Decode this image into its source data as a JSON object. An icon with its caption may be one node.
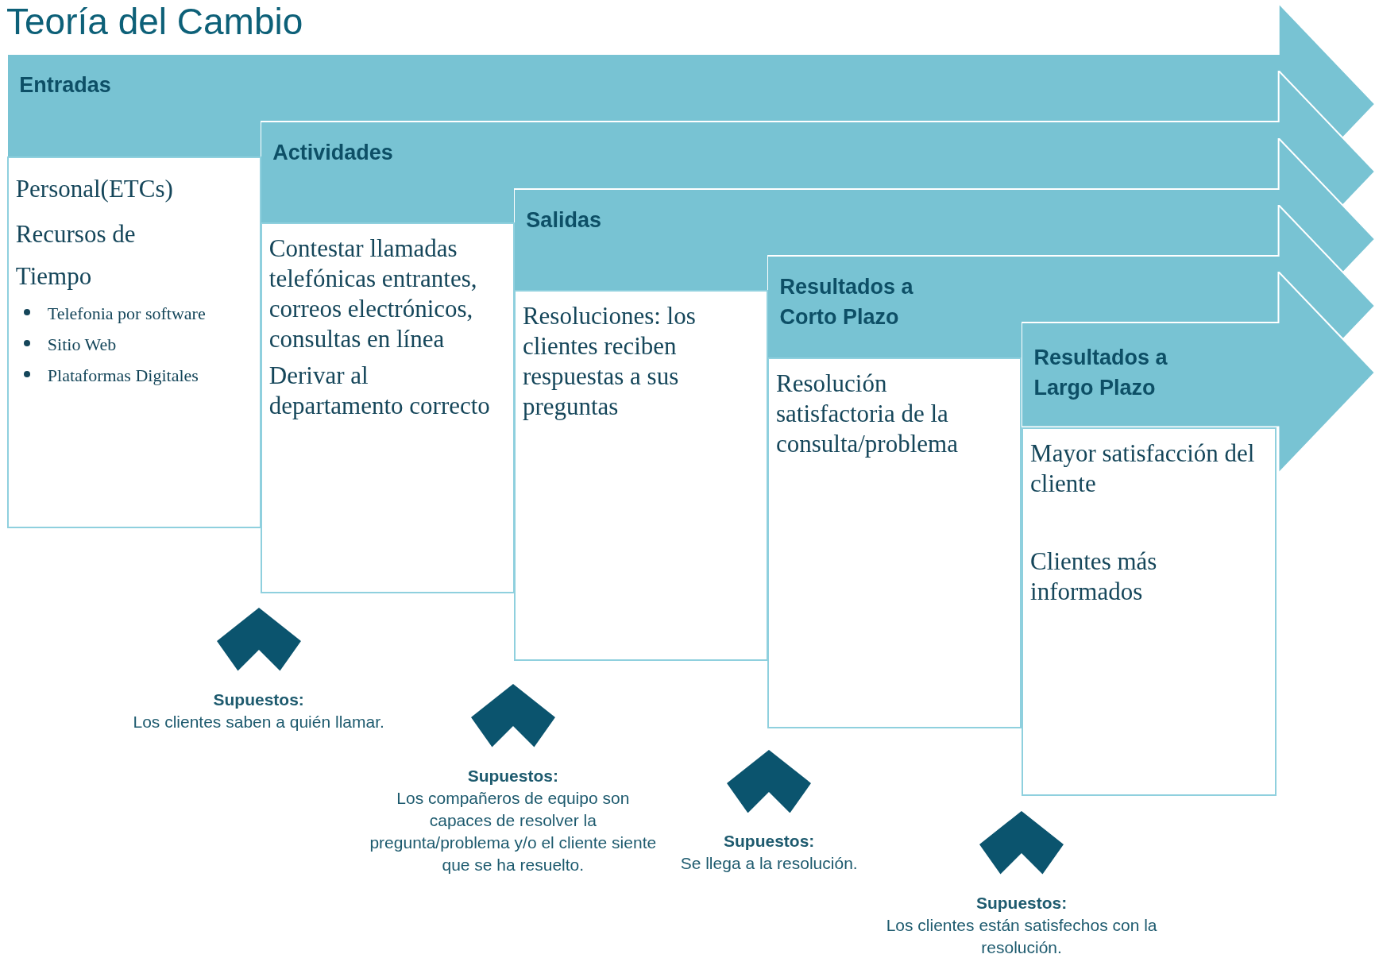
{
  "diagram": {
    "title": "Teoría del Cambio",
    "nodes": [
      {
        "text": [
          "Entradas"
        ]
      },
      {
        "text": [
          "Personal(ETCs)",
          "Recursos de Tiempo",
          "Telefonia por software",
          "Sitio Web",
          "Plataformas Digitales"
        ]
      },
      {
        "text": [
          "Actividades"
        ]
      },
      {
        "text": [
          "Contestar llamadas telefónicas entrantes, correos electrónicos, consultas en línea",
          "Derivar al departamento correcto"
        ]
      },
      {
        "text": [
          "Salidas"
        ]
      },
      {
        "text": [
          "Resoluciones: los clientes reciben respuestas a sus preguntas"
        ]
      },
      {
        "text": [
          "Resultados a Corto Plazo"
        ]
      },
      {
        "text": [
          "Resolución satisfactoria de la consulta/problema"
        ]
      },
      {
        "text": [
          "Resultados a Largo Plazo"
        ]
      },
      {
        "text": [
          "Mayor satisfacción del cliente",
          "Clientes más informados"
        ]
      },
      {
        "text": [
          "Supuestos:",
          "Los clientes saben a quién llamar."
        ]
      },
      {
        "text": [
          "Supuestos:",
          "Los compañeros de equipo son capaces de resolver la pregunta/problema y/o el cliente siente que se ha resuelto."
        ]
      },
      {
        "text": [
          "Supuestos:",
          "Se llega a la resolución."
        ]
      },
      {
        "text": [
          "Supuestos:",
          "Los clientes están satisfechos con la resolución."
        ]
      }
    ]
  }
}
